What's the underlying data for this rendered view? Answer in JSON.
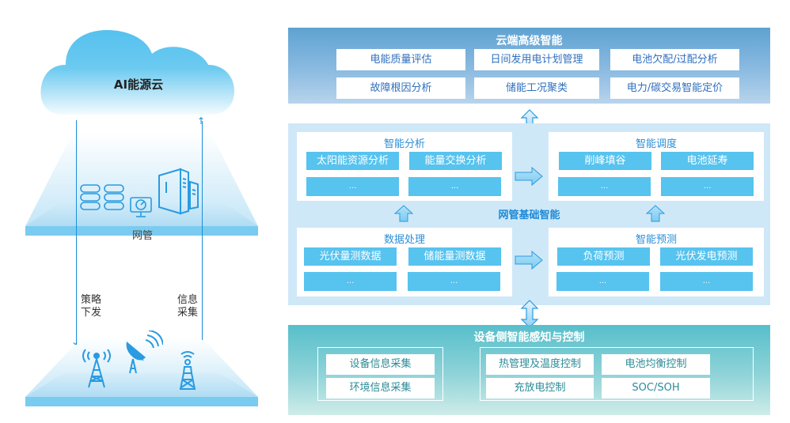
{
  "left_illustration": {
    "cloud_label": "AI能源云",
    "network_label": "网管",
    "down_flow_label": [
      "策略",
      "下发"
    ],
    "up_flow_label": [
      "信息",
      "采集"
    ],
    "network_icons": [
      "database-icon",
      "database-icon",
      "monitor-gauge-icon",
      "server-icon"
    ],
    "device_icons": [
      "signal-tower-icon",
      "satellite-dish-icon",
      "antenna-tower-icon"
    ]
  },
  "cloud_layer": {
    "title": "云端高级智能",
    "items": [
      "电能质量评估",
      "日间发用电计划管理",
      "电池欠配/过配分析",
      "故障根因分析",
      "储能工况聚类",
      "电力/碳交易智能定价"
    ]
  },
  "network_layer": {
    "title": "网管基础智能",
    "smart_analysis": {
      "title": "智能分析",
      "items": [
        "太阳能资源分析",
        "能量交换分析",
        "...",
        "..."
      ]
    },
    "smart_dispatch": {
      "title": "智能调度",
      "items": [
        "削峰填谷",
        "电池延寿",
        "...",
        "..."
      ]
    },
    "data_processing": {
      "title": "数据处理",
      "items": [
        "光伏量测数据",
        "储能量测数据",
        "...",
        "..."
      ]
    },
    "smart_forecast": {
      "title": "智能预测",
      "items": [
        "负荷预测",
        "光伏发电预测",
        "...",
        "..."
      ]
    }
  },
  "device_layer": {
    "title": "设备侧智能感知与控制",
    "sensing": [
      "设备信息采集",
      "环境信息采集"
    ],
    "control": [
      "热管理及温度控制",
      "电池均衡控制",
      "充放电控制",
      "SOC/SOH"
    ]
  },
  "colors": {
    "cloud_panel": "#5ea2d2",
    "network_panel": "#cfe8f8",
    "chip": "#57c3ef",
    "device_panel": "#57bfcb",
    "accent_blue": "#1e8ad6",
    "item_text_blue": "#2f6fbe",
    "item_text_teal": "#2b8b97"
  }
}
